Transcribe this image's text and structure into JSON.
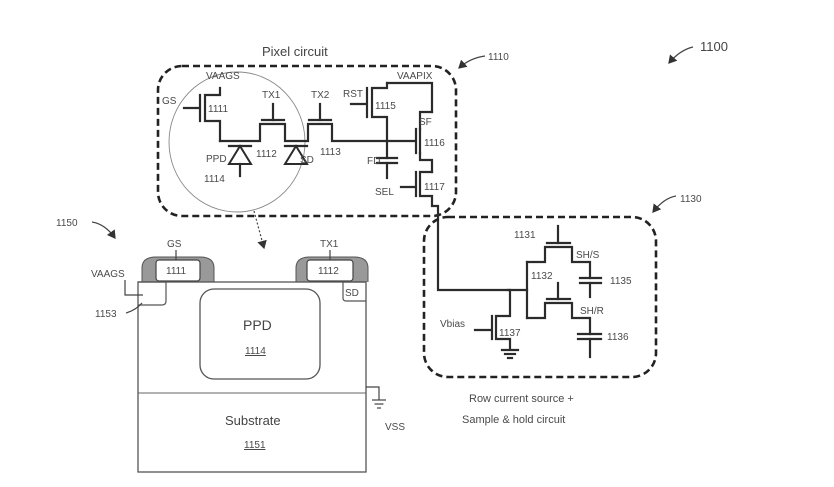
{
  "figure": {
    "ref": "1100",
    "pixel_circuit": {
      "title": "Pixel circuit",
      "ref": "1110",
      "labels": {
        "vaags": "VAAGS",
        "gs": "GS",
        "t1111": "1111",
        "tx1": "TX1",
        "tx2": "TX2",
        "rst": "RST",
        "t1115": "1115",
        "vaapix": "VAAPIX",
        "sf": "SF",
        "t1116": "1116",
        "t1112": "1112",
        "t1113": "1113",
        "ppd": "PPD",
        "t1114": "1114",
        "sd": "SD",
        "fd": "FD",
        "sel": "SEL",
        "t1117": "1117"
      }
    },
    "sample_hold": {
      "ref": "1130",
      "caption_line1": "Row current source +",
      "caption_line2": "Sample & hold circuit",
      "labels": {
        "t1131": "1131",
        "shs": "SH/S",
        "t1135": "1135",
        "t1132": "1132",
        "shr": "SH/R",
        "vbias": "Vbias",
        "t1137": "1137",
        "t1136": "1136"
      }
    },
    "cross_section": {
      "ref": "1150",
      "labels": {
        "gs": "GS",
        "gate1111": "1111",
        "tx1": "TX1",
        "gate1112": "1112",
        "vaags": "VAAGS",
        "t1153": "1153",
        "sd": "SD",
        "ppd": "PPD",
        "ppd_ref": "1114",
        "substrate": "Substrate",
        "substrate_ref": "1151",
        "vss": "VSS"
      }
    }
  }
}
